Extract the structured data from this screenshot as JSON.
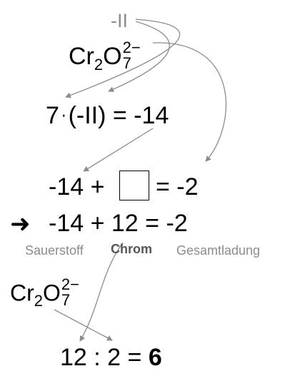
{
  "oxidation_label": "-II",
  "formula_top": {
    "element1": "Cr",
    "sub1": "2",
    "element2": "O",
    "superscript": "2−",
    "subscript": "7"
  },
  "equation_1": {
    "factor": "7",
    "dot": "·",
    "paren": "(-II)",
    "eq": "= -14"
  },
  "equation_2": {
    "left": "-14 +",
    "right": "= -2"
  },
  "equation_3": {
    "arrow": "➜",
    "text": "-14 + 12 = -2"
  },
  "labels": {
    "oxygen": "Sauerstoff",
    "chromium": "Chrom",
    "total": "Gesamtladung"
  },
  "formula_bottom": {
    "element1": "Cr",
    "sub1": "2",
    "element2": "O",
    "superscript": "2−",
    "subscript": "7"
  },
  "result": {
    "expr": "12 : 2 =",
    "value": "6"
  },
  "colors": {
    "arrow": "#8c8c8c",
    "text": "#000000",
    "muted": "#8c8c8c"
  }
}
